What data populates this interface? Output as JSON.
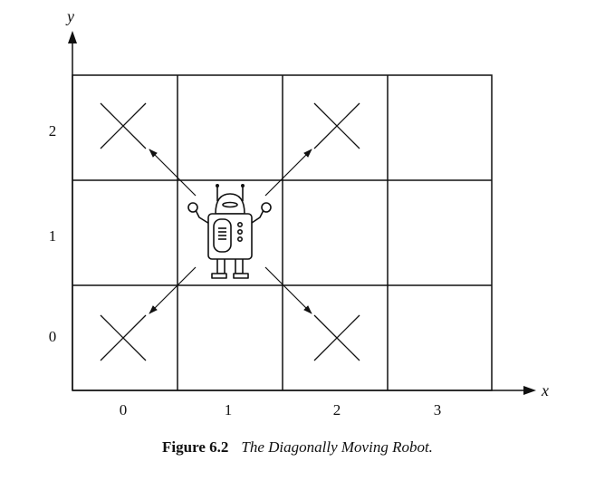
{
  "axes": {
    "x_label": "x",
    "y_label": "y"
  },
  "x_ticks": [
    "0",
    "1",
    "2",
    "3"
  ],
  "y_ticks": [
    "0",
    "1",
    "2"
  ],
  "grid": {
    "columns": 4,
    "rows": 3
  },
  "robot_cell": {
    "col": 1,
    "row": 1
  },
  "target_cells": [
    {
      "col": 0,
      "row": 2
    },
    {
      "col": 2,
      "row": 2
    },
    {
      "col": 0,
      "row": 0
    },
    {
      "col": 2,
      "row": 0
    }
  ],
  "caption": {
    "number": "Figure 6.2",
    "title": "The Diagonally Moving Robot."
  }
}
